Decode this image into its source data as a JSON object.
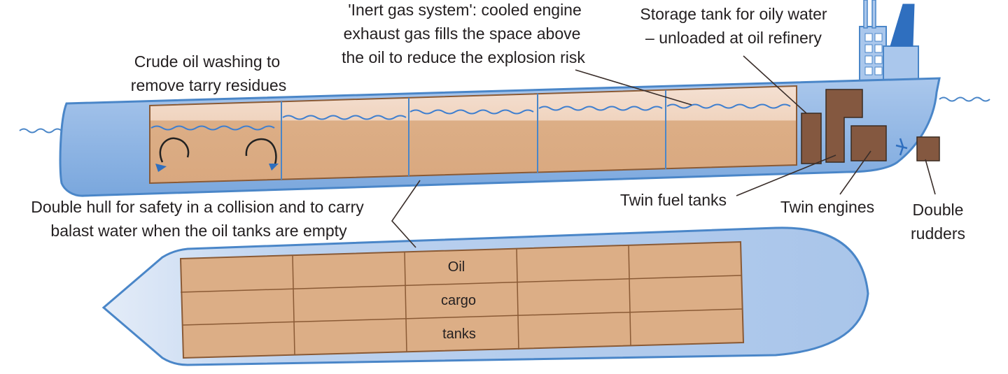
{
  "labels": {
    "inert_gas": [
      "'Inert gas system': cooled engine",
      "exhaust gas fills the space above",
      "the oil to reduce the explosion risk"
    ],
    "storage_tank": [
      "Storage tank for oily water",
      "– unloaded at oil refinery"
    ],
    "crude_oil_washing": [
      "Crude oil washing to",
      "remove tarry residues"
    ],
    "double_hull": [
      "Double hull for safety in a collision and to carry",
      "balast water when the oil tanks are empty"
    ],
    "twin_fuel_tanks": "Twin fuel tanks",
    "twin_engines": "Twin engines",
    "double_rudders": [
      "Double",
      "rudders"
    ]
  },
  "plan_view": {
    "cargo_text": [
      "Oil",
      "cargo",
      "tanks"
    ]
  },
  "colors": {
    "hull_blue": "#8fb5e3",
    "hull_outline": "#4a86c8",
    "oil_tan": "#dcae86",
    "tank_line": "#8a5a35",
    "inert_gas_fill": "#f2ddd0",
    "machinery_brown": "#845840",
    "water_line": "#3f7fcf"
  }
}
